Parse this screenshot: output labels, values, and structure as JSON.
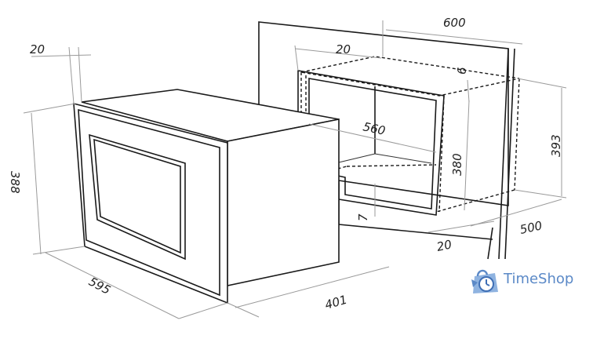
{
  "dimensions": {
    "appliance_front_thickness": "20",
    "appliance_height": "388",
    "appliance_width": "595",
    "appliance_depth": "401",
    "cabinet_width": "600",
    "niche_offset_top": "20",
    "niche_top_gap": "6",
    "niche_width": "560",
    "niche_height": "380",
    "niche_bottom_gap": "7",
    "cabinet_height": "393",
    "cabinet_depth": "500",
    "niche_front_gap": "20"
  },
  "brand": {
    "name": "TimeShop",
    "color": "#5b89c7",
    "icon": "shopping-bag-clock-icon"
  }
}
